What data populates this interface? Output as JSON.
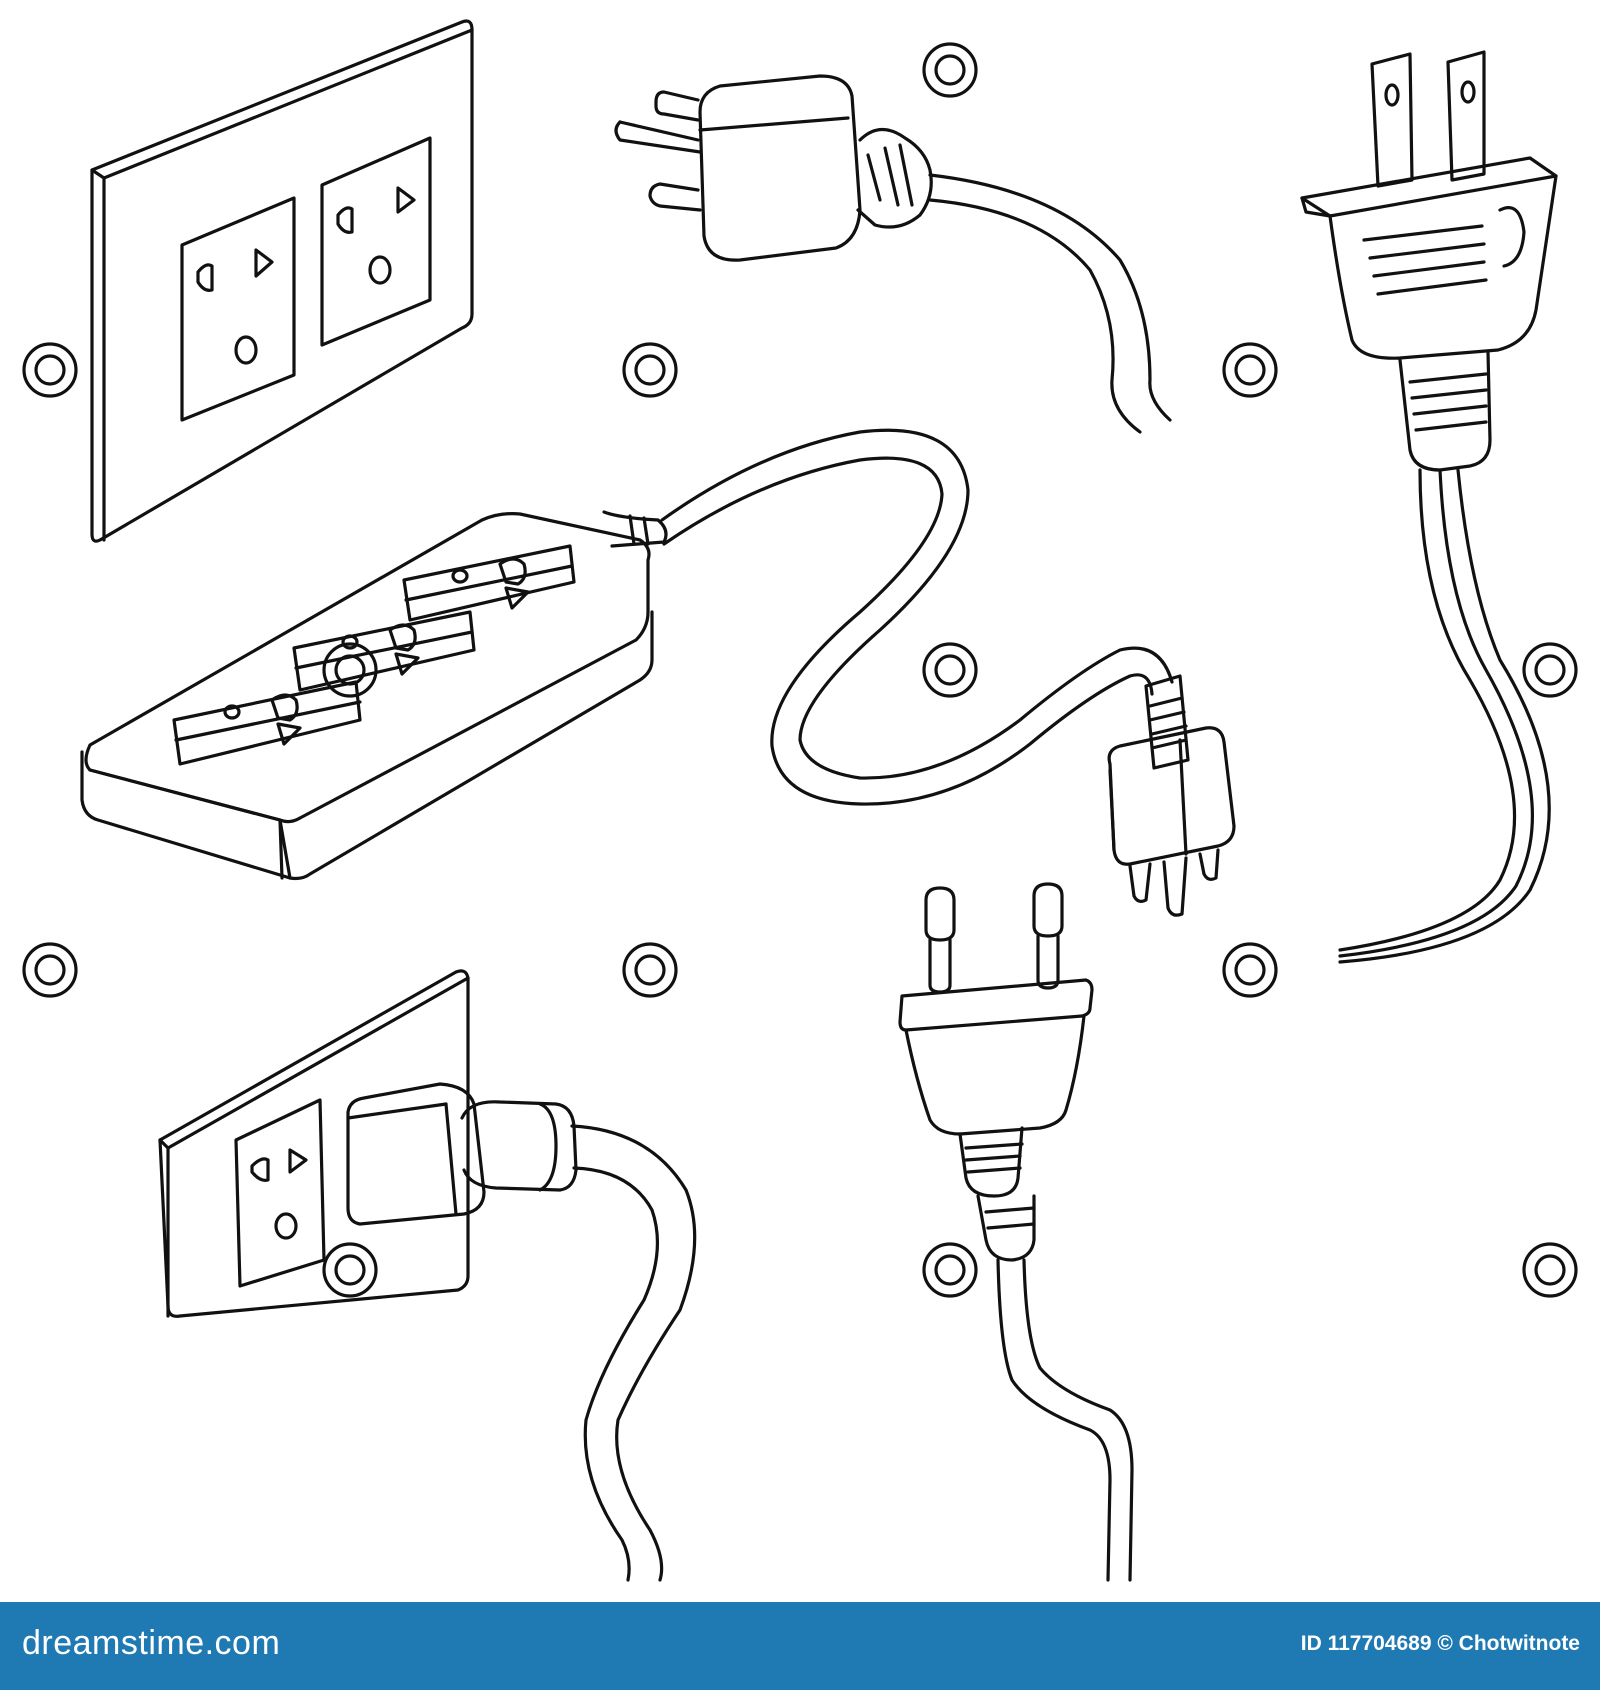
{
  "footer": {
    "brand": "dreamstime.com",
    "image_id": "ID 117704689",
    "copyright": "© Chotwitnote",
    "background_color": "#1f7ab4",
    "text_color": "#ffffff"
  },
  "illustration": {
    "style": "black line art on white background",
    "line_color": "#111111",
    "items": [
      "wall-outlet-double-icon",
      "us-plug-grounded-icon",
      "us-plug-two-prong-icon",
      "power-strip-icon",
      "us-plug-three-prong-icon",
      "euro-plug-icon",
      "plugged-in-outlet-icon"
    ]
  }
}
